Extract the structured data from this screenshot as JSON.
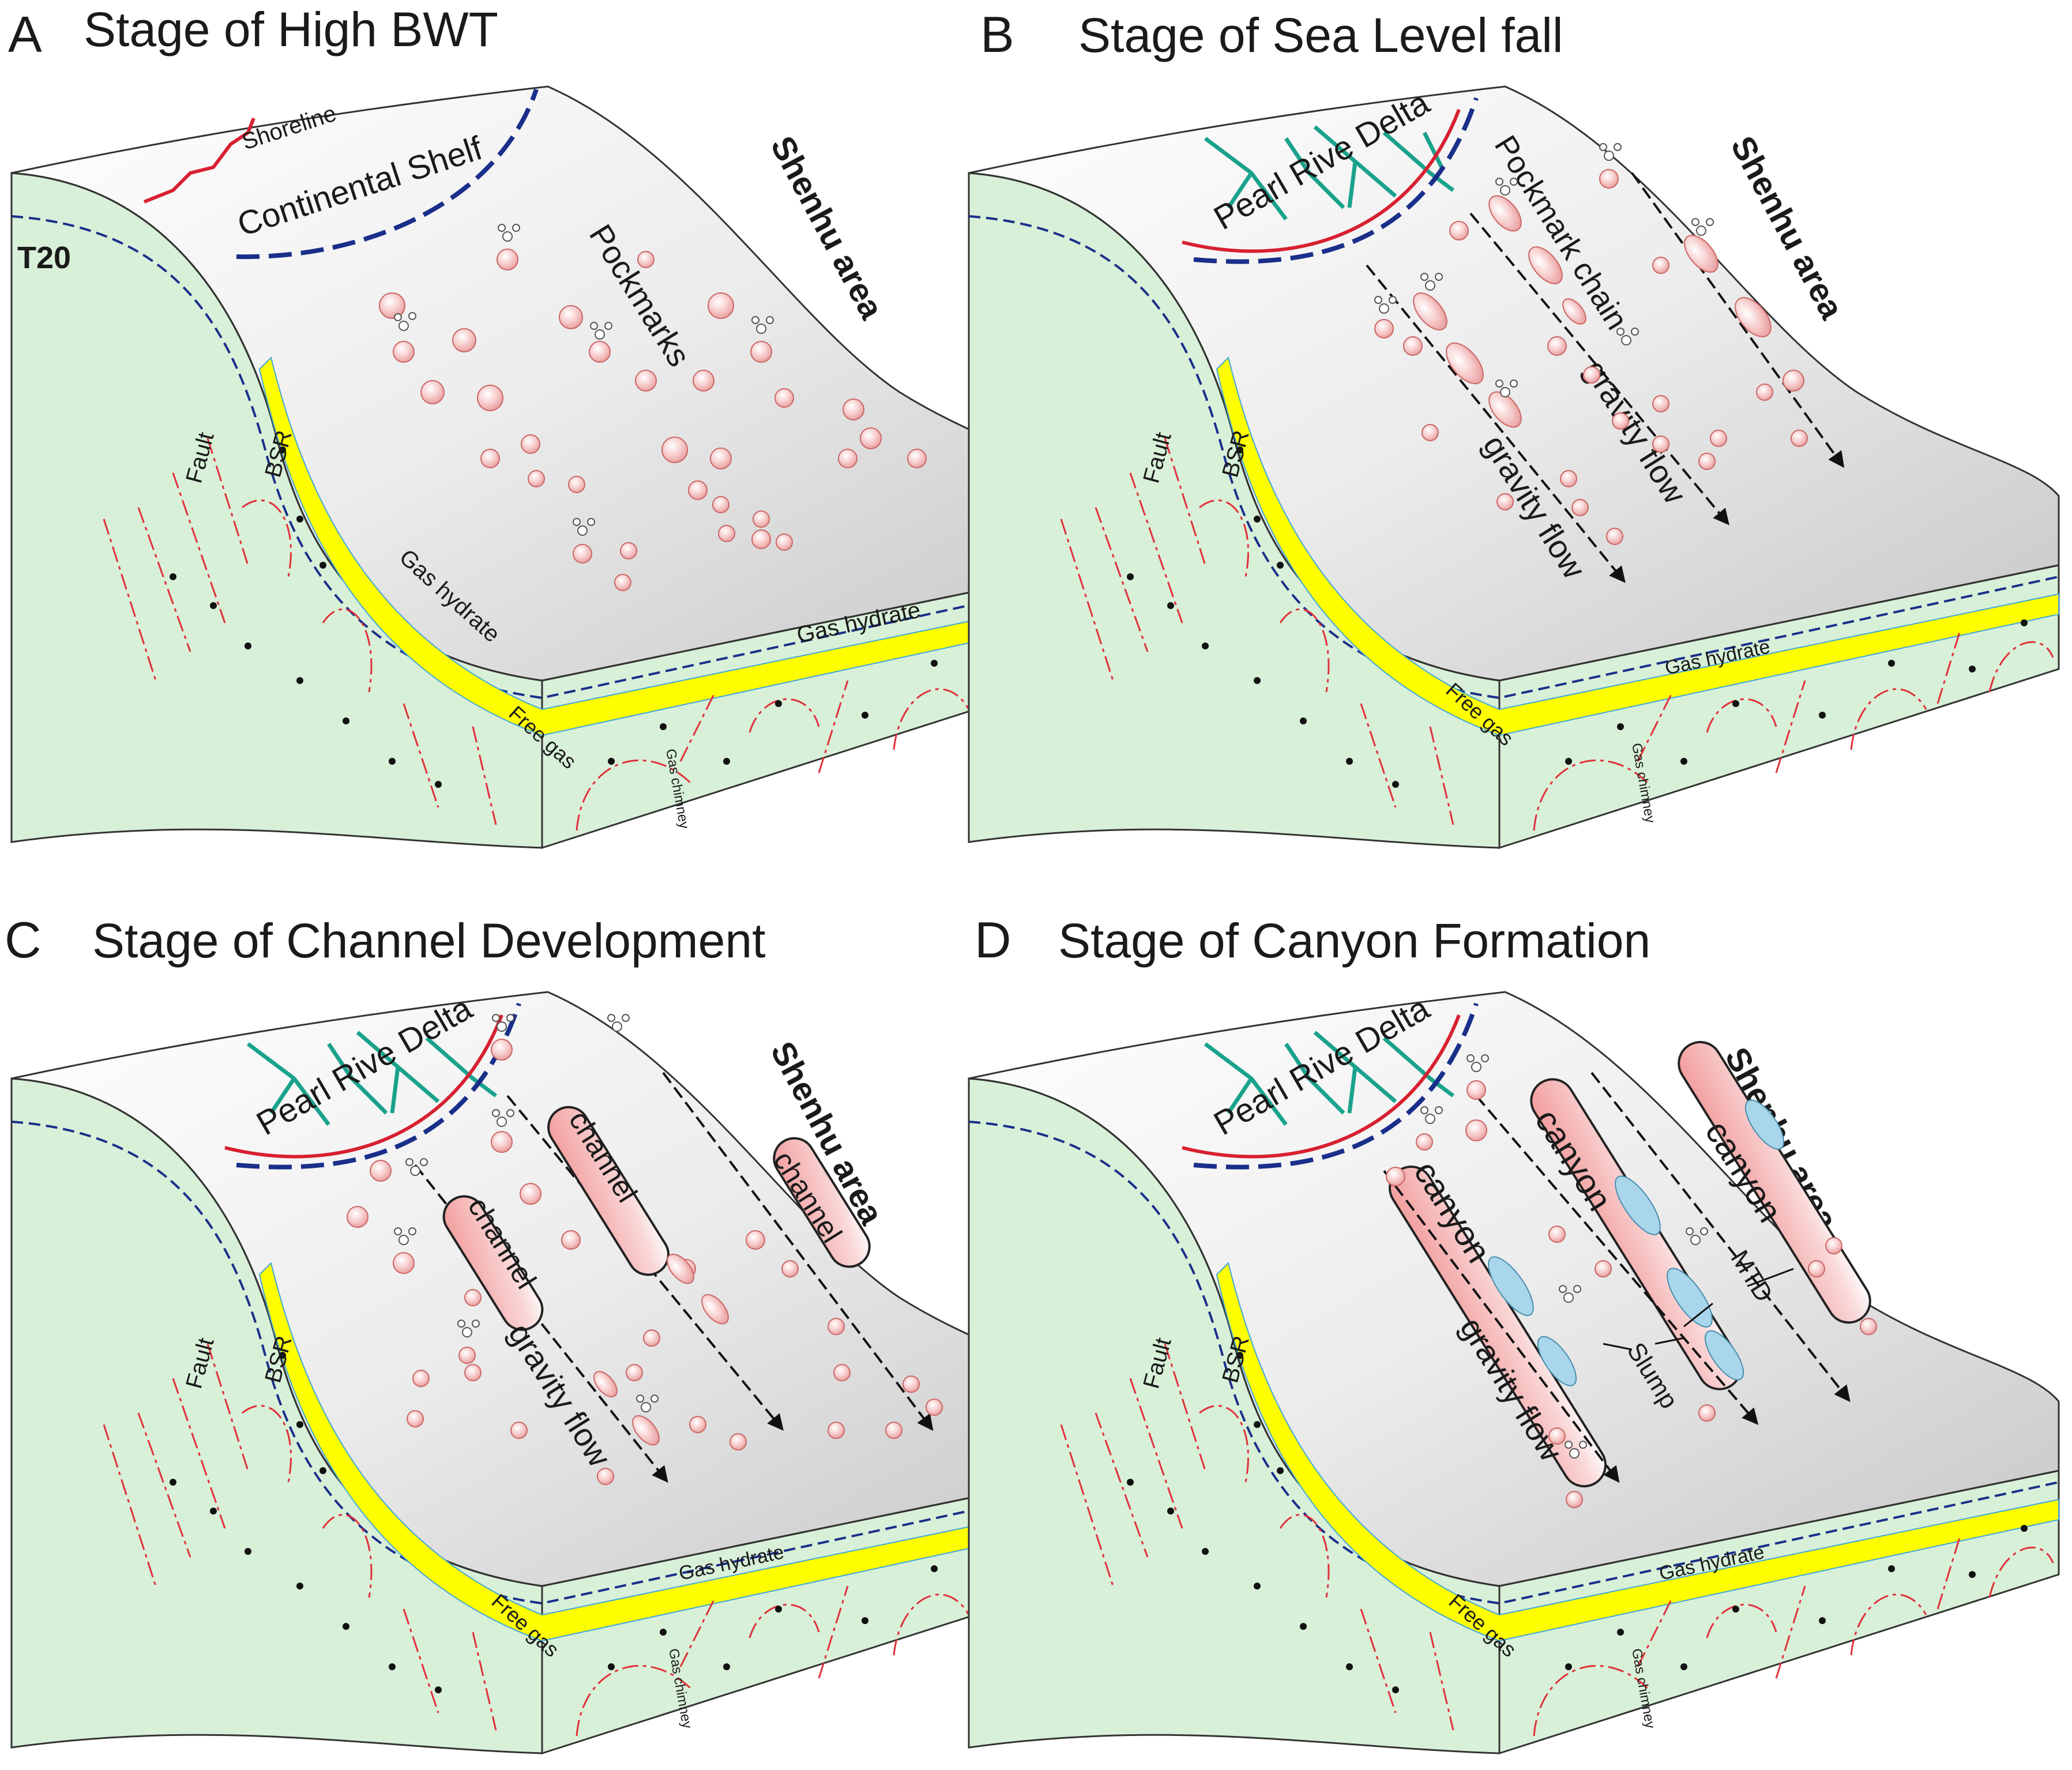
{
  "panels": [
    {
      "letter": "A",
      "title": "Stage of High BWT",
      "labels": {
        "shoreline": "Shoreline",
        "shelf": "Continental Shelf",
        "t20": "T20",
        "pockmarks": "Pockmarks",
        "area": "Shenhu area",
        "fault": "Fault",
        "bsr": "BSR",
        "hydrate_slope": "Gas hydrate",
        "hydrate_flat": "Gas hydrate",
        "free_gas": "Free gas",
        "chimney": "Gas chimney"
      }
    },
    {
      "letter": "B",
      "title": "Stage of Sea Level fall",
      "labels": {
        "delta": "Pearl Rive Delta",
        "pockmark_chain": "Pockmark chain",
        "gravity_flow": "gravity flow",
        "area": "Shenhu area",
        "fault": "Fault",
        "bsr": "BSR",
        "hydrate_flat": "Gas hydrate",
        "free_gas": "Free gas",
        "chimney": "Gas chimney"
      }
    },
    {
      "letter": "C",
      "title": "Stage of Channel Development",
      "labels": {
        "delta": "Pearl Rive Delta",
        "channel": "channel",
        "gravity_flow": "gravity flow",
        "area": "Shenhu area",
        "fault": "Fault",
        "bsr": "BSR",
        "hydrate_flat": "Gas hydrate",
        "free_gas": "Free gas",
        "chimney": "Gas chimney"
      }
    },
    {
      "letter": "D",
      "title": "Stage of Canyon Formation",
      "labels": {
        "delta": "Pearl Rive Delta",
        "canyon": "canyon",
        "gravity_flow": "gravity flow",
        "mtd": "MTD",
        "slump": "Slump",
        "area": "Shenhu area",
        "fault": "Fault",
        "bsr": "BSR",
        "hydrate_flat": "Gas hydrate",
        "free_gas": "Free gas",
        "chimney": "Gas chimney"
      }
    }
  ],
  "colors": {
    "seafloor": "#d9d9d9",
    "sediment": "#d8f0d8",
    "hydrate": "#ffff00",
    "pockmark": "#f7c6c6",
    "channel": "#f4a9a9",
    "fault": "#e0303a",
    "bsr": "#1a2f8a",
    "shoreline": "#d82030",
    "delta": "#1aa28c",
    "slump": "#a9d6ea"
  }
}
